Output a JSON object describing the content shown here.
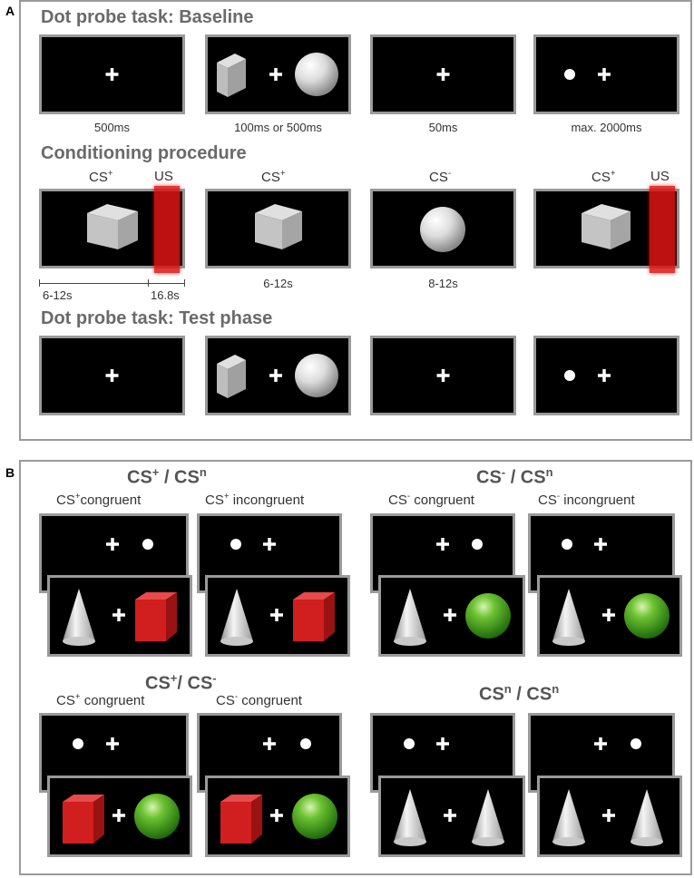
{
  "panel_a": {
    "letter": "A",
    "baseline_title": "Dot probe task: Baseline",
    "baseline_timings": [
      "500ms",
      "100ms or 500ms",
      "50ms",
      "max. 2000ms"
    ],
    "conditioning_title": "Conditioning procedure",
    "conditioning_top_labels": {
      "cs_plus": "CS",
      "plus_sup": "+",
      "cs_minus": "CS",
      "minus_sup": "-",
      "us": "US"
    },
    "conditioning_timings": [
      "6-12s",
      "16.8s",
      "6-12s",
      "8-12s"
    ],
    "test_title": "Dot probe task: Test phase"
  },
  "panel_b": {
    "letter": "B",
    "groups": [
      {
        "title_main": "CS",
        "title_sup1": "+",
        "title_mid": " / CS",
        "title_sup2": "n",
        "labels": [
          {
            "base": "CS",
            "sup": "+",
            "rest": "congruent"
          },
          {
            "base": "CS",
            "sup": "+",
            "rest": " incongruent"
          }
        ]
      },
      {
        "title_main": "CS",
        "title_sup1": "-",
        "title_mid": " / CS",
        "title_sup2": "n",
        "labels": [
          {
            "base": "CS",
            "sup": "-",
            "rest": " congruent"
          },
          {
            "base": "CS",
            "sup": "-",
            "rest": " incongruent"
          }
        ]
      },
      {
        "title_main": "CS",
        "title_sup1": "+",
        "title_mid": "/ CS",
        "title_sup2": "-",
        "labels": [
          {
            "base": "CS",
            "sup": "+",
            "rest": " congruent"
          },
          {
            "base": "CS",
            "sup": "-",
            "rest": " congruent"
          }
        ]
      },
      {
        "title_main": "CS",
        "title_sup1": "n",
        "title_mid": " / CS",
        "title_sup2": "n",
        "labels": []
      }
    ]
  },
  "colors": {
    "frame": "#9a9a9a",
    "screen": "#000000",
    "us_red": "#dc1414",
    "cube_red": "#cc1b1b",
    "sphere_green": "#3a9a1a"
  }
}
